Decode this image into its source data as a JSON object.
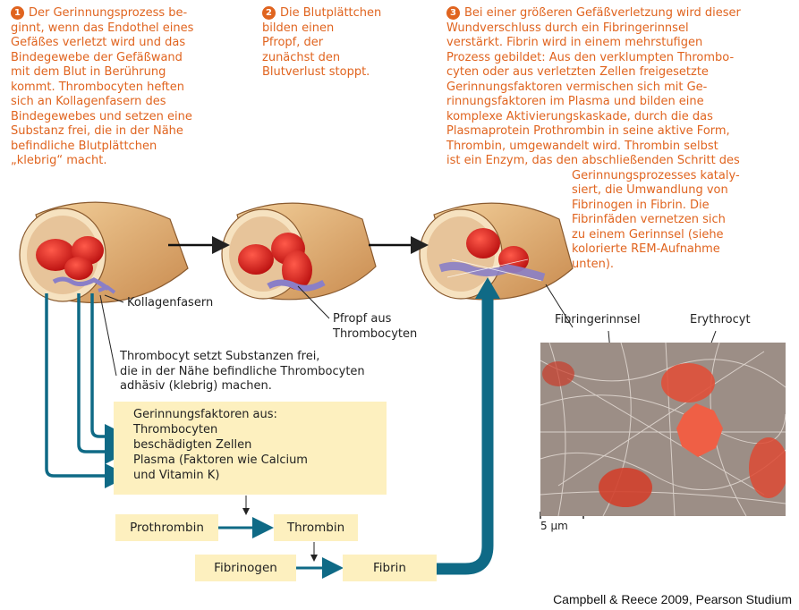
{
  "steps": [
    {
      "num": "1",
      "lines": [
        "Der Gerinnungsprozess be-",
        "ginnt, wenn das Endothel eines",
        "Gefäßes verletzt wird und das",
        "Bindegewebe der Gefäßwand",
        "mit dem Blut in Berührung",
        "kommt. Thrombocyten heften",
        "sich an Kollagenfasern des",
        "Bindegewebes und setzen eine",
        "Substanz frei, die in der Nähe",
        "befindliche Blutplättchen",
        "„klebrig“ macht."
      ]
    },
    {
      "num": "2",
      "lines": [
        "Die Blutplättchen",
        "bilden einen",
        "Pfropf, der",
        "zunächst den",
        "Blutverlust stoppt."
      ]
    },
    {
      "num": "3",
      "lines": [
        "Bei einer größeren Gefäßverletzung wird dieser",
        "Wundverschluss durch ein Fibringerinnsel",
        "verstärkt. Fibrin wird in einem mehrstufigen",
        "Prozess gebildet: Aus den verklumpten Thrombo-",
        "cyten oder aus verletzten Zellen freigesetzte",
        "Gerinnungsfaktoren vermischen sich mit Ge-",
        "rinnungsfaktoren im Plasma und bilden eine",
        "komplexe Aktivierungskaskade, durch die das",
        "Plasmaprotein Prothrombin in seine aktive Form,",
        "Thrombin, umgewandelt wird. Thrombin selbst",
        "ist ein Enzym, das den abschließenden Schritt des"
      ],
      "lines_indented": [
        "Gerinnungsprozesses kataly-",
        "siert, die Umwandlung von",
        "Fibrinogen in Fibrin. Die",
        "Fibrinfäden vernetzen sich",
        "zu einem Gerinnsel (siehe",
        "kolorierte REM-Aufnahme",
        "unten)."
      ]
    }
  ],
  "labels": {
    "kollagen": "Kollagenfasern",
    "pfropf": [
      "Pfropf aus",
      "Thrombocyten"
    ],
    "thrombocyt": [
      "Thrombocyt setzt Substanzen frei,",
      "die in der Nähe befindliche Thrombocyten",
      "adhäsiv (klebrig) machen."
    ],
    "fibringerinnsel": "Fibringerinnsel",
    "erythrocyt": "Erythrocyt",
    "scale": "5 µm"
  },
  "factors": {
    "head": "Gerinnungsfaktoren aus:",
    "items": [
      "Thrombocyten",
      "beschädigten Zellen",
      "Plasma (Faktoren wie Calcium",
      "und Vitamin K)"
    ]
  },
  "cascade": {
    "prothrombin": "Prothrombin",
    "thrombin": "Thrombin",
    "fibrinogen": "Fibrinogen",
    "fibrin": "Fibrin"
  },
  "credit": "Campbell & Reece 2009, Pearson Studium",
  "colors": {
    "accent": "#e0641f",
    "box": "#fdf0bf",
    "arrow": "#0f6a86"
  }
}
